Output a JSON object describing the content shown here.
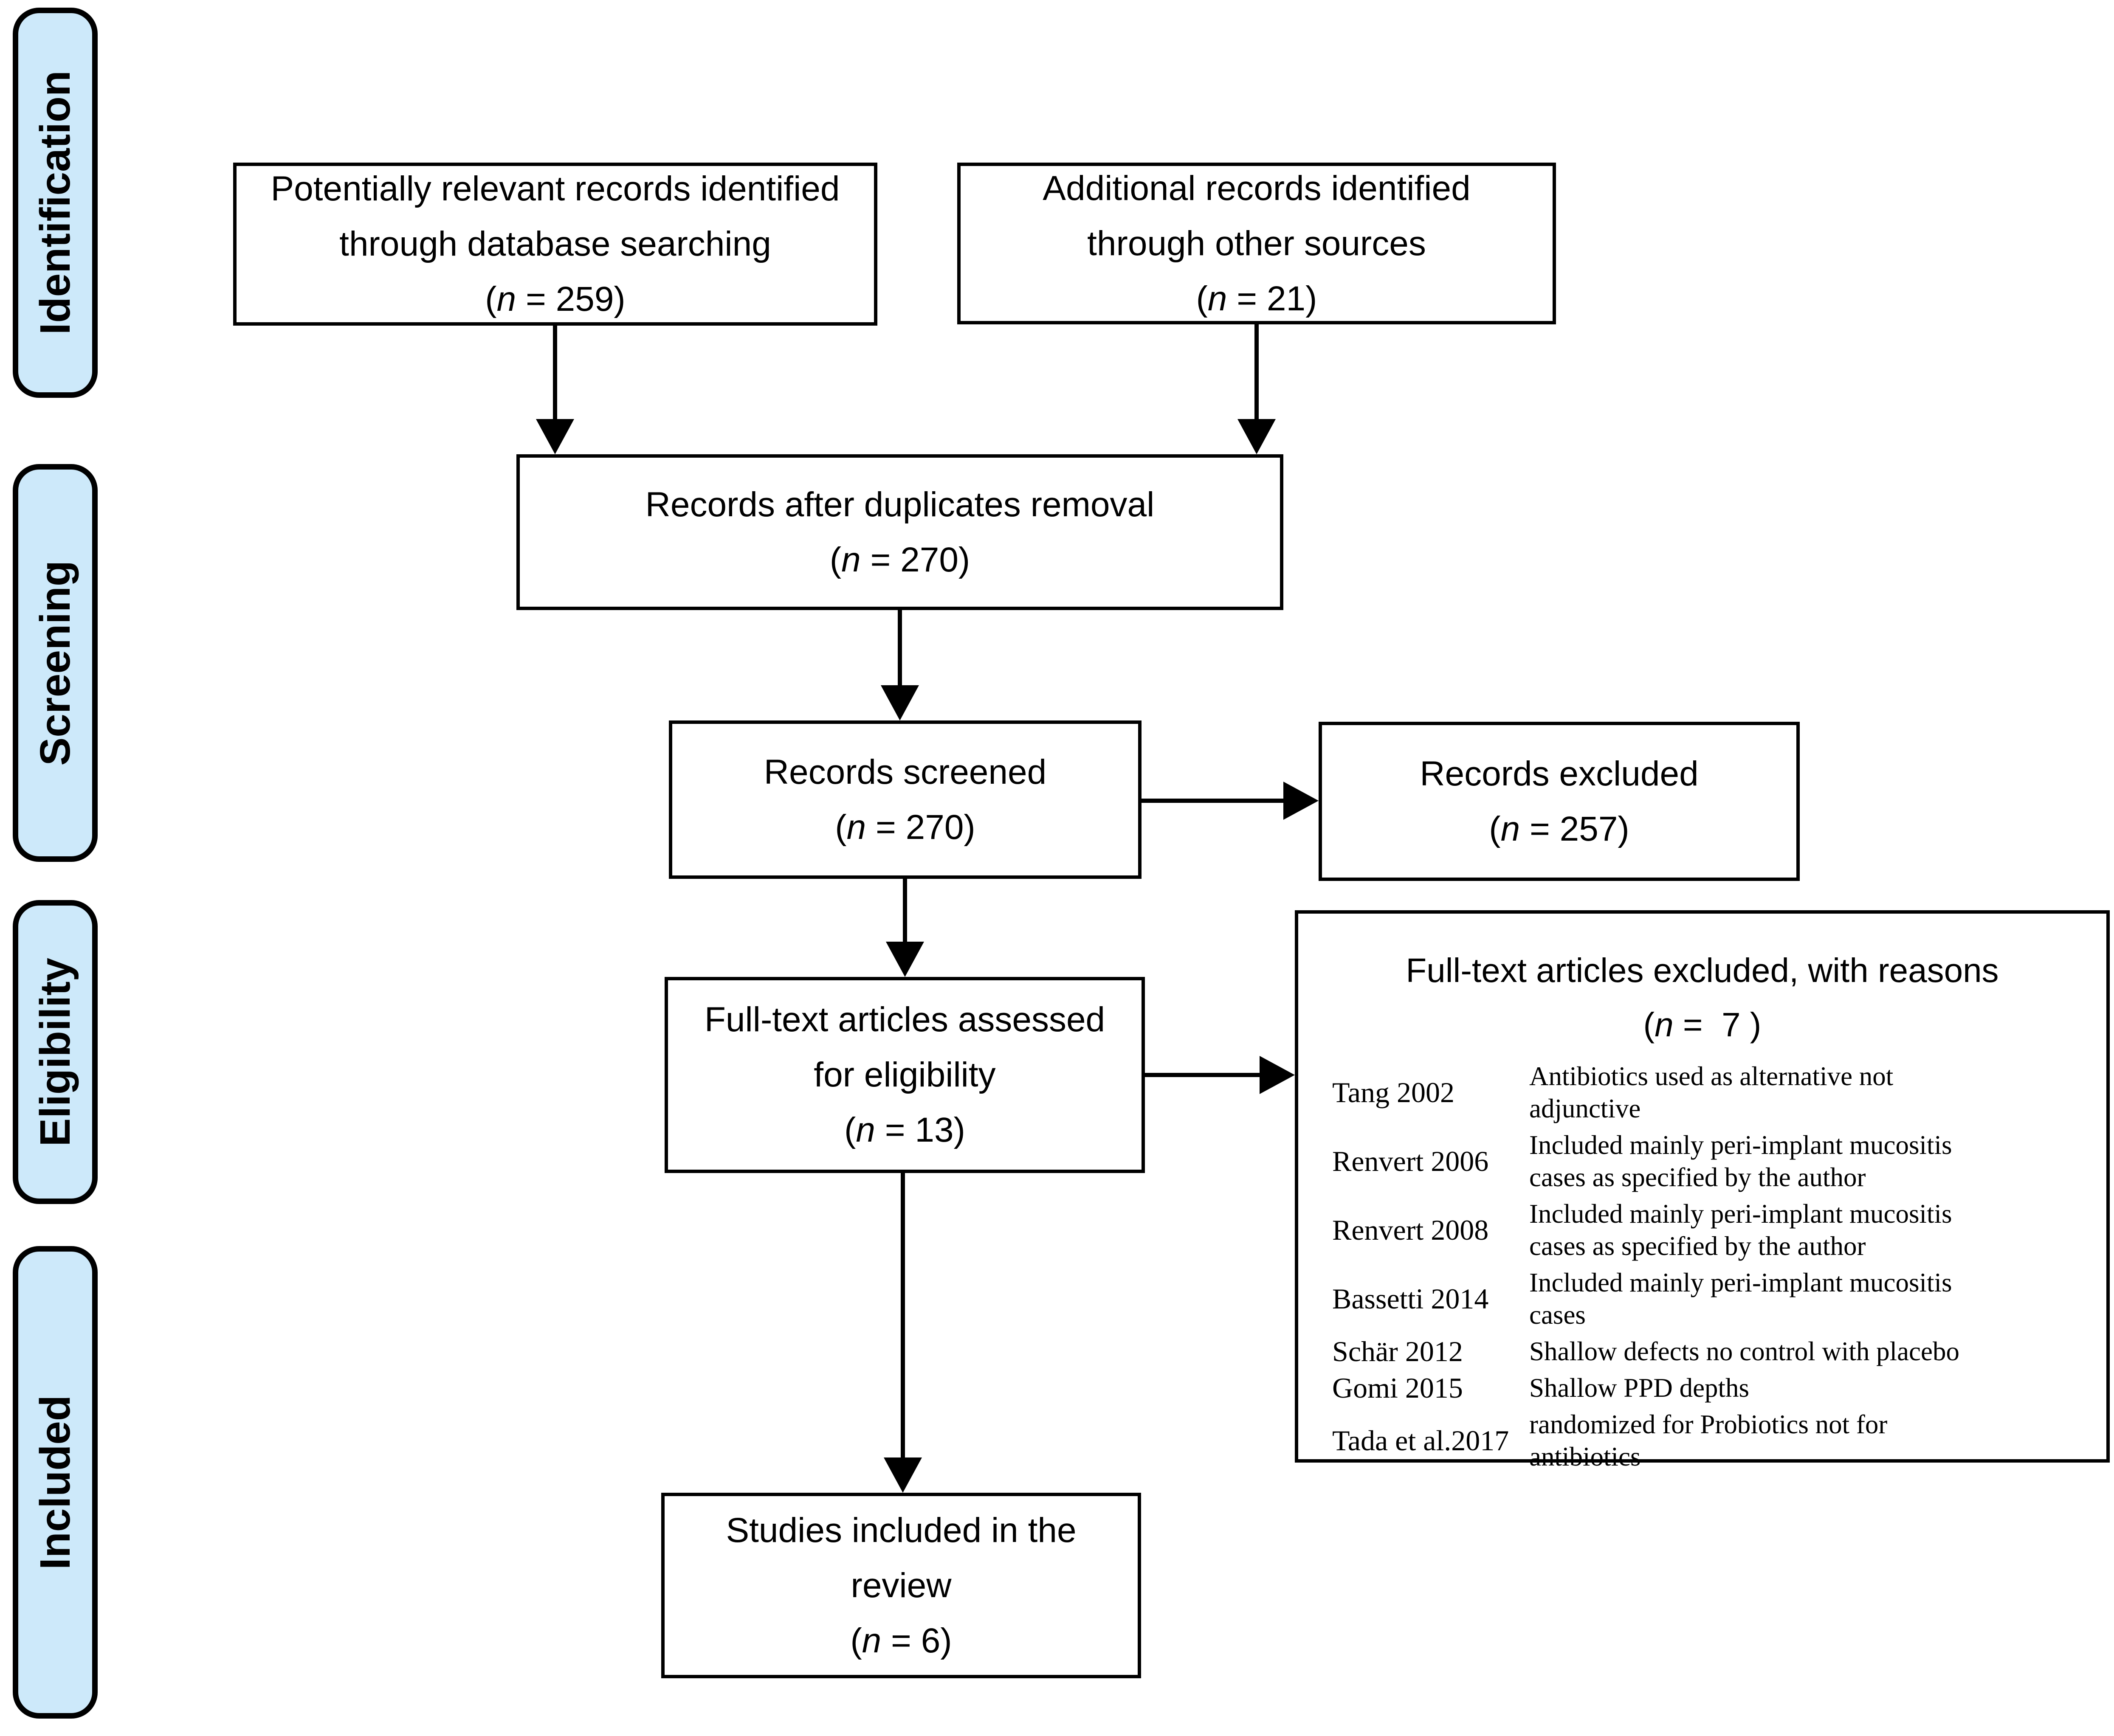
{
  "colors": {
    "phase_fill": "#cde9fa",
    "stroke": "#000000",
    "background": "#ffffff"
  },
  "phases": [
    {
      "label": "Identification"
    },
    {
      "label": "Screening"
    },
    {
      "label": "Eligibility"
    },
    {
      "label": "Included"
    }
  ],
  "boxes": {
    "identified": {
      "lines": [
        "Potentially relevant records identified",
        "through database searching"
      ],
      "count": {
        "prefix": "(",
        "n": "n",
        "rest": " = 259)"
      }
    },
    "additional": {
      "lines": [
        "Additional records identified",
        "through other sources"
      ],
      "count": {
        "prefix": "(",
        "n": "n",
        "rest": " = 21)"
      }
    },
    "deduplicated": {
      "lines": [
        "Records after duplicates removal"
      ],
      "count": {
        "prefix": "(",
        "n": "n",
        "rest": " = 270)"
      }
    },
    "screened": {
      "lines": [
        "Records screened"
      ],
      "count": {
        "prefix": "(",
        "n": "n",
        "rest": " = 270)"
      }
    },
    "records_excluded": {
      "lines": [
        "Records excluded"
      ],
      "count": {
        "prefix": "(",
        "n": "n",
        "rest": " = 257)"
      }
    },
    "assessed": {
      "lines": [
        "Full-text articles assessed",
        "for eligibility"
      ],
      "count": {
        "prefix": "(",
        "n": "n",
        "rest": " = 13)"
      }
    },
    "included_studies": {
      "lines": [
        "Studies included in the",
        "review"
      ],
      "count": {
        "prefix": "(",
        "n": "n",
        "rest": " = 6)"
      }
    },
    "fulltext_excluded": {
      "title": "Full-text articles excluded, with reasons",
      "count": {
        "prefix": "(",
        "n": "n",
        "rest": " =  7 )"
      },
      "rows": [
        {
          "study": "Tang 2002",
          "reason_lines": [
            "Antibiotics used as alternative not",
            "adjunctive"
          ]
        },
        {
          "study": "Renvert 2006",
          "reason_lines": [
            "Included mainly peri-implant mucositis",
            "cases as specified by the author"
          ]
        },
        {
          "study": "Renvert 2008",
          "reason_lines": [
            "Included mainly peri-implant mucositis",
            "cases as specified by the author"
          ]
        },
        {
          "study": "Bassetti 2014",
          "reason_lines": [
            "Included mainly peri-implant mucositis",
            "cases"
          ]
        },
        {
          "study": "Schär 2012",
          "reason_lines": [
            "Shallow defects no control with placebo"
          ]
        },
        {
          "study": "Gomi 2015",
          "reason_lines": [
            "Shallow PPD depths"
          ]
        },
        {
          "study": "Tada et al.2017",
          "reason_lines": [
            "randomized for Probiotics not for",
            "antibiotics"
          ]
        }
      ]
    }
  }
}
